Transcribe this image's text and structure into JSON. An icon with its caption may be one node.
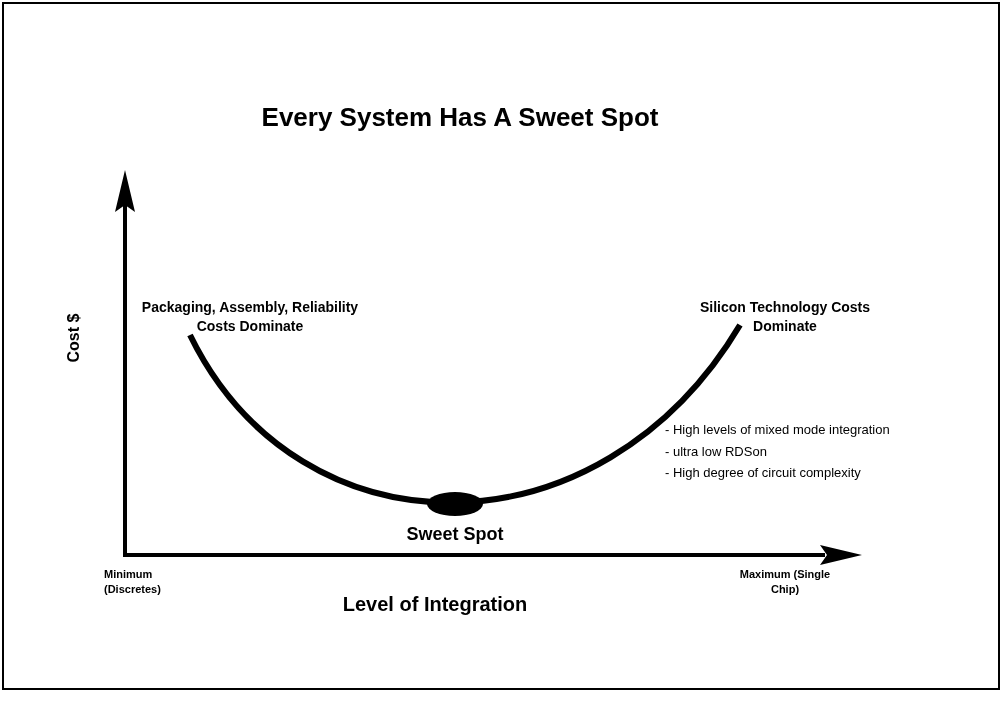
{
  "diagram": {
    "title": "Every System Has A Sweet Spot",
    "labels": [
      "Packaging, Assembly, Reliability Costs Dominate",
      "Silicon Technology Costs Dominate",
      "Cost $",
      "- High levels of mixed mode integration",
      "- ultra low RDSon",
      "- High degree of circuit complexity",
      "Sweet Spot",
      "Minimum (Discretes)",
      "Level of Integration",
      "Maximum (Single Chip)"
    ]
  }
}
